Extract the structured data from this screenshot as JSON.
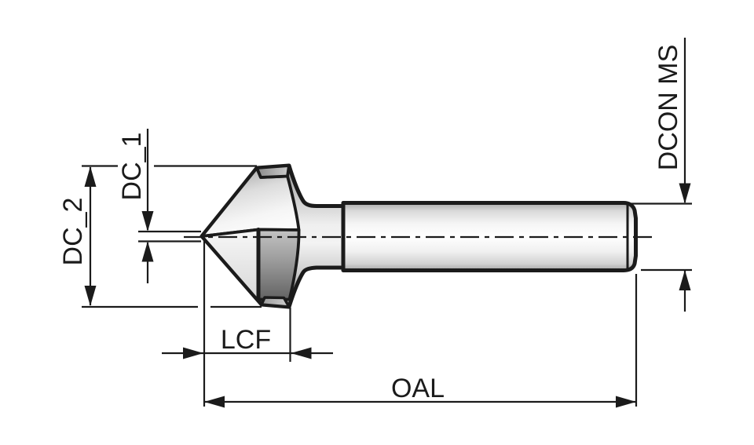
{
  "drawing": {
    "kind": "technical-dimension-drawing",
    "subject": "90-degree countersink bit, side view with dimension callouts",
    "labels": {
      "dc1": "DC_1",
      "dc2": "DC_2",
      "dcon_ms": "DCON MS",
      "lcf": "LCF",
      "oal": "OAL"
    },
    "colors": {
      "line": "#1b1b1b",
      "background": "#ffffff",
      "metal_light": "#f5f5f5",
      "metal_mid": "#c9c9c9",
      "metal_dark": "#8c8c8c",
      "flute_shadow": "#636363"
    }
  }
}
